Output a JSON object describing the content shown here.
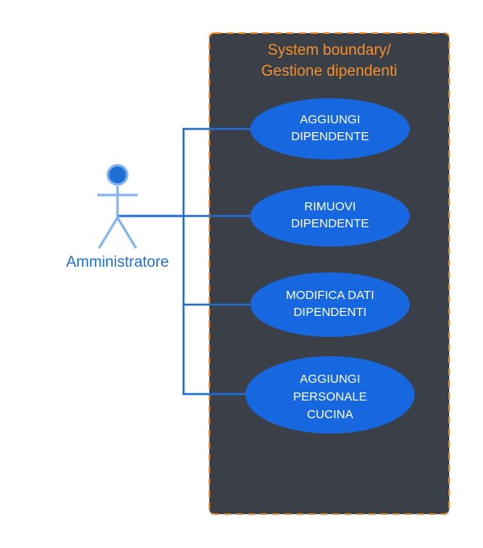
{
  "colors": {
    "boundary_fill": "#3b3f47",
    "boundary_border": "#f3902e",
    "boundary_title": "#f3902e",
    "usecase_fill": "#1768e0",
    "connector": "#1f6fd6",
    "actor_head": "#1f6fd6",
    "actor_body": "#7fb3f2",
    "actor_label": "#1f6fd6"
  },
  "boundary": {
    "title_line1": "System boundary/",
    "title_line2": "Gestione dipendenti"
  },
  "actor": {
    "label": "Amministratore",
    "icon": "stick-figure-icon"
  },
  "use_cases": [
    {
      "lines": [
        "AGGIUNGI",
        "DIPENDENTE"
      ]
    },
    {
      "lines": [
        "RIMUOVI",
        "DIPENDENTE"
      ]
    },
    {
      "lines": [
        "MODIFICA DATI",
        "DIPENDENTI"
      ]
    },
    {
      "lines": [
        "AGGIUNGI",
        "PERSONALE",
        "CUCINA"
      ]
    }
  ]
}
